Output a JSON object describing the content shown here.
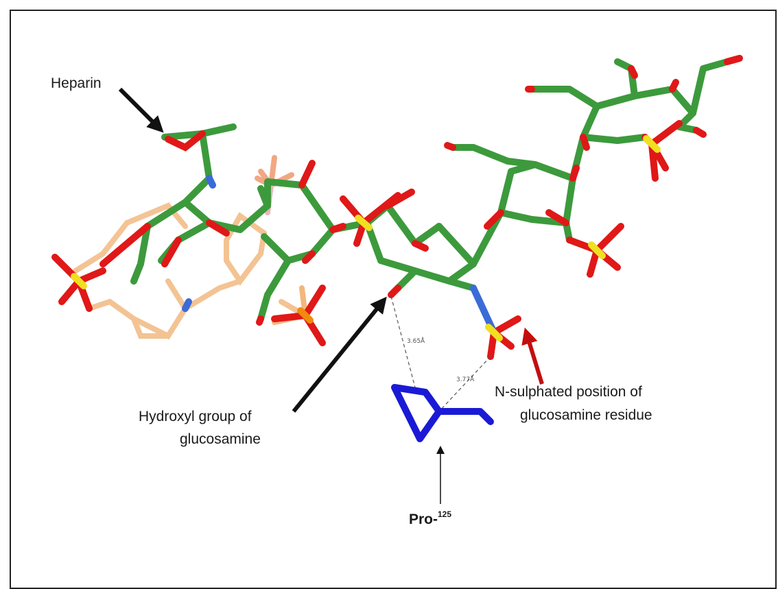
{
  "labels": {
    "heparin": "Heparin",
    "hydroxyl_line1": "Hydroxyl group of",
    "hydroxyl_line2": "glucosamine",
    "nsulph_line1": "N-sulphated position of",
    "nsulph_line2": "glucosamine residue",
    "pro": "Pro-",
    "pro_sup": "125",
    "dist1": "3.65Å",
    "dist2": "3.77Å"
  },
  "colors": {
    "carbon": "#3c9a3c",
    "oxygen": "#e01818",
    "nitrogen": "#3a6bd8",
    "sulfur": "#f0e020",
    "ligand_carbon": "#f0b070",
    "ligand_oxygen": "#ee8a5a",
    "proline": "#1a1ad6",
    "arrow_black": "#111111",
    "arrow_red": "#c40e0e"
  }
}
